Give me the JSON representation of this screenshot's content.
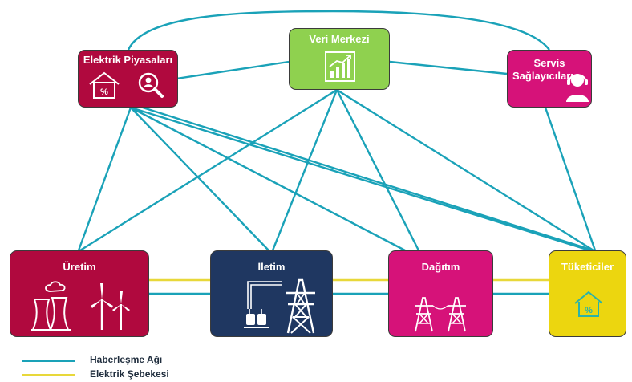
{
  "colors": {
    "communication_line": "#1aa2b8",
    "power_line": "#e8d83a",
    "markets": "#b0093e",
    "datacenter": "#8fd14f",
    "providers": "#d61279",
    "generation": "#b0093e",
    "transmission": "#1f3761",
    "distribution": "#d61279",
    "consumers": "#ecd60f"
  },
  "nodes": {
    "markets": {
      "title": "Elektrik Piyasaları"
    },
    "datacenter": {
      "title": "Veri Merkezi"
    },
    "providers": {
      "title_line1": "Servis",
      "title_line2": "Sağlayıcıları"
    },
    "generation": {
      "title": "Üretim"
    },
    "transmission": {
      "title": "İletim"
    },
    "distribution": {
      "title": "Dağıtım"
    },
    "consumers": {
      "title": "Tüketiciler"
    }
  },
  "legend": {
    "communication_label": "Haberleşme Ağı",
    "power_label": "Elektrik Şebekesi"
  },
  "icons": {
    "markets": [
      "house-percent-icon",
      "search-person-icon"
    ],
    "datacenter": [
      "bar-chart-icon"
    ],
    "providers": [
      "support-agent-icon"
    ],
    "generation": [
      "power-plant-icon",
      "wind-turbine-icon"
    ],
    "transmission": [
      "substation-icon",
      "transmission-tower-icon"
    ],
    "distribution": [
      "power-pylons-icon"
    ],
    "consumers": [
      "house-percent-icon"
    ]
  }
}
